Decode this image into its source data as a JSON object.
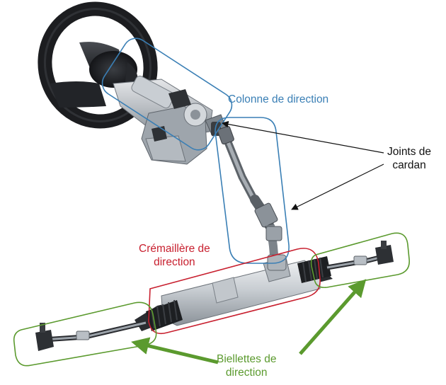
{
  "labels": {
    "colonne": {
      "text": "Colonne de direction",
      "color": "#3A7FB5"
    },
    "joints": {
      "line1": "Joints de",
      "line2": "cardan",
      "color": "#111111"
    },
    "cremaillere": {
      "line1": "Crémaillère de",
      "line2": "direction",
      "color": "#C8202F"
    },
    "biellettes": {
      "line1": "Biellettes de",
      "line2": "direction",
      "color": "#5B9A2E"
    }
  },
  "colors": {
    "column_outline": "#3A7FB5",
    "rack_outline": "#C8202F",
    "tierod_outline": "#5B9A2E",
    "arrow_black": "#111111",
    "arrow_green": "#5B9A2E"
  }
}
